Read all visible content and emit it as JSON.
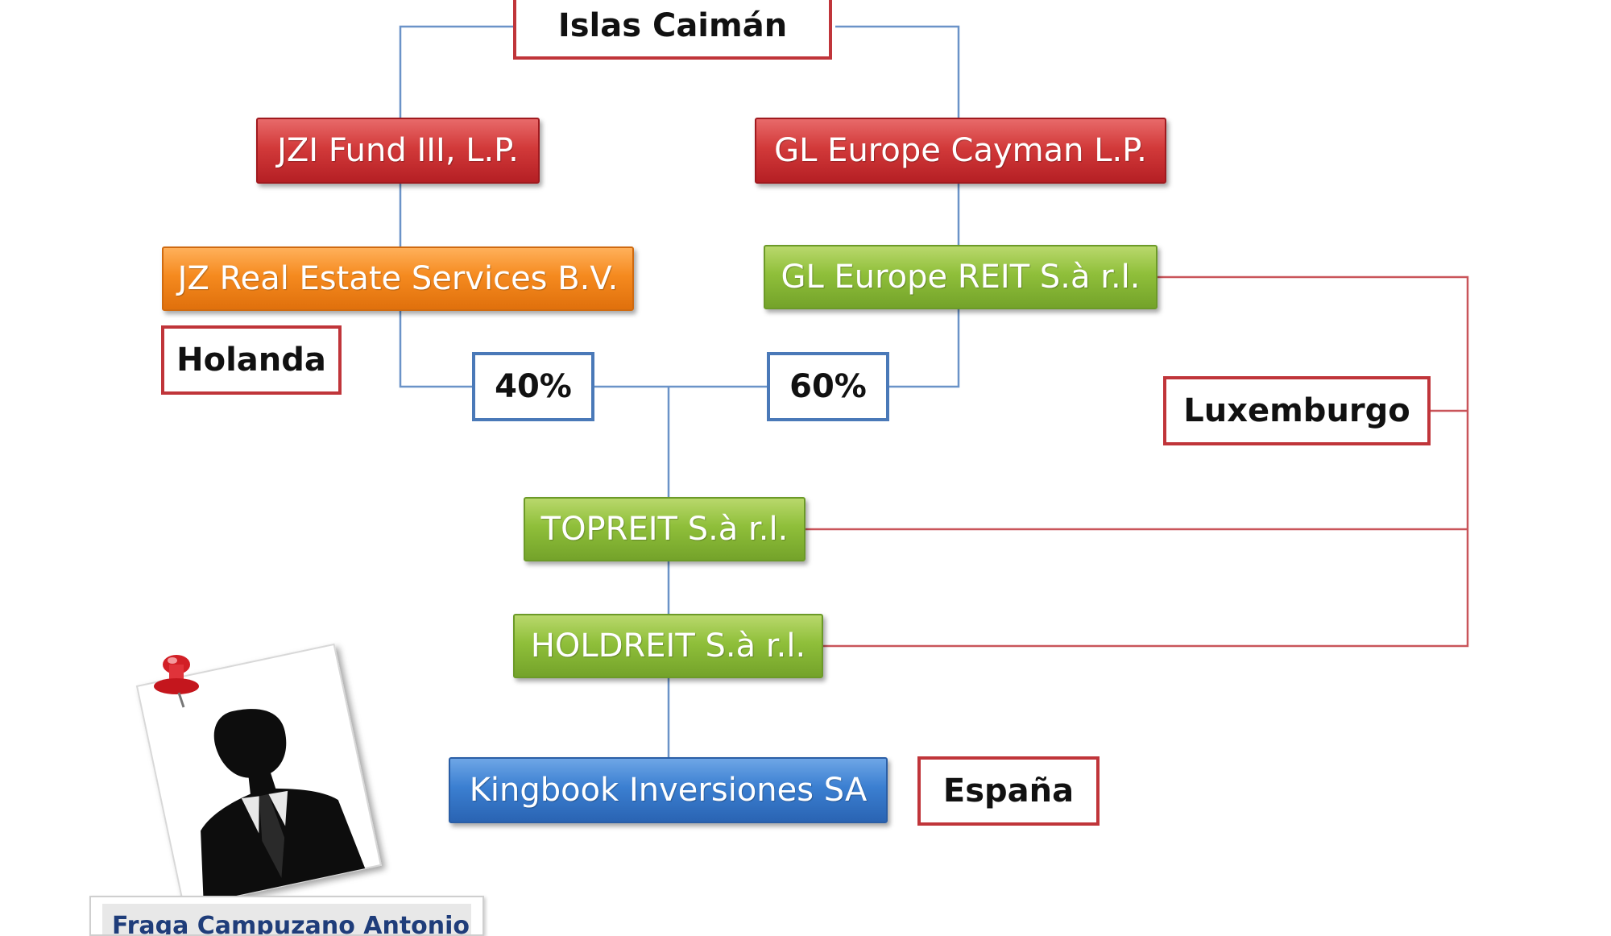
{
  "nodes": {
    "jzi_fund": "JZI Fund III, L.P.",
    "gl_europe_cayman": "GL Europe Cayman L.P.",
    "jz_real_estate": "JZ Real Estate Services B.V.",
    "gl_europe_reit": "GL Europe REIT S.à r.l.",
    "topreit": "TOPREIT S.à r.l.",
    "holdreit": "HOLDREIT S.à r.l.",
    "kingbook": "Kingbook Inversiones SA"
  },
  "countries": {
    "cayman": "Islas Caimán",
    "holland": "Holanda",
    "luxembourg": "Luxemburgo",
    "spain": "España"
  },
  "shares": {
    "jz_share": "40%",
    "gl_share": "60%"
  },
  "person": {
    "caption": "Fraga Campuzano Antonio",
    "icon": "person-silhouette-icon"
  },
  "colors": {
    "blue_line": "#6b93c8",
    "red_line": "#c9555a",
    "red_box": "#c0353a",
    "orange_box": "#f58a1f",
    "green_box": "#8fbf3a",
    "blue_box": "#3b7fd1"
  }
}
